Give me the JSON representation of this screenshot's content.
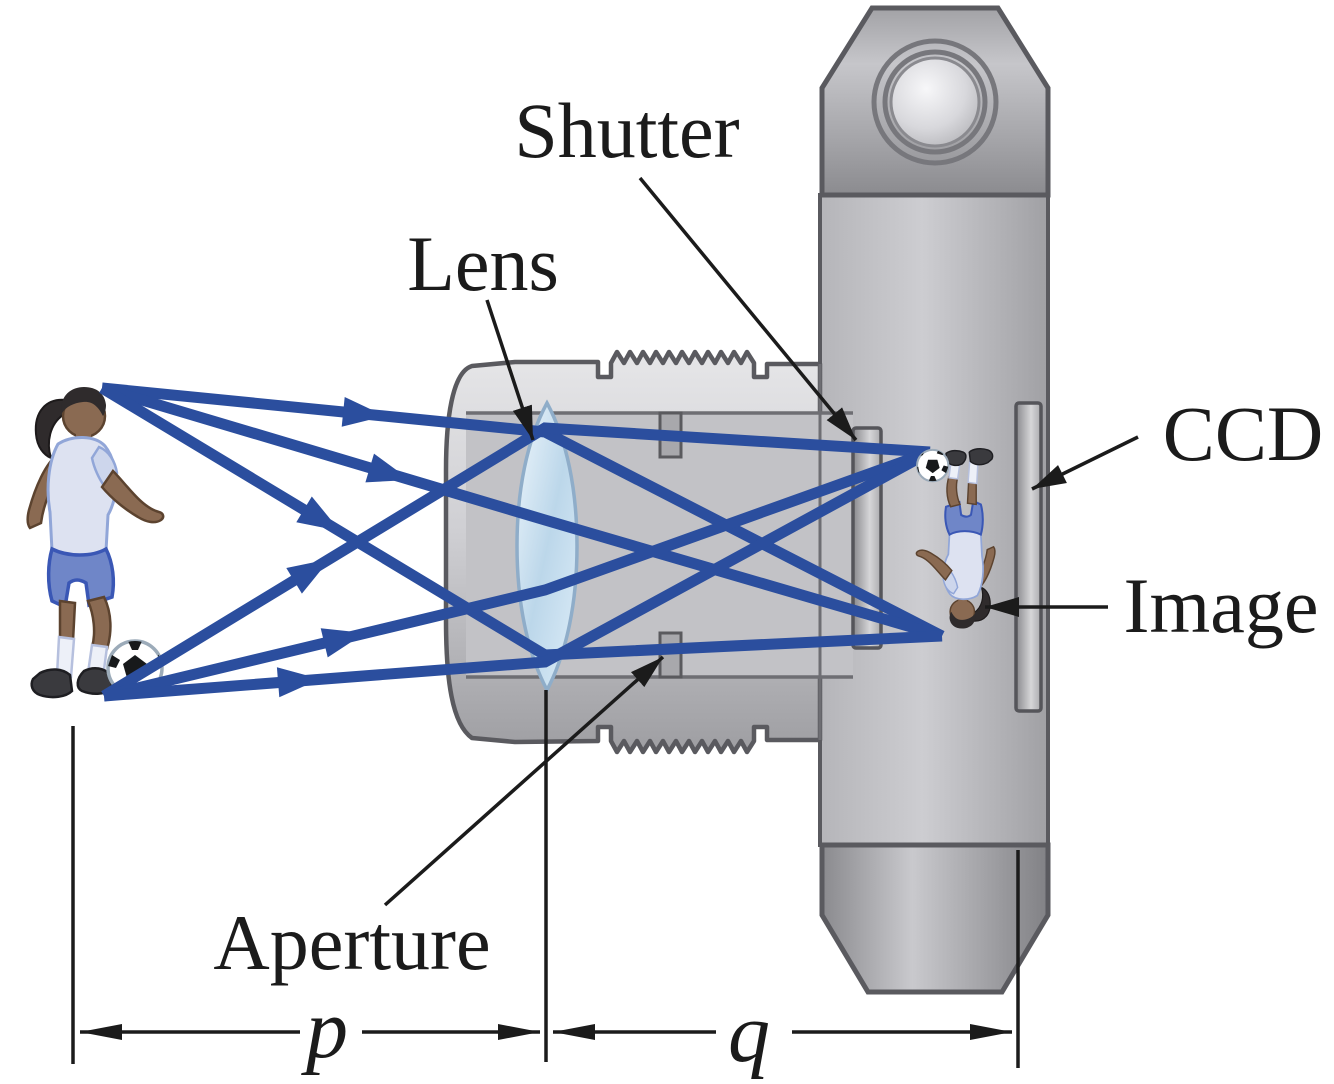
{
  "figure": {
    "type": "camera-optics-diagram",
    "labels": {
      "shutter": "Shutter",
      "lens": "Lens",
      "ccd": "CCD",
      "image": "Image",
      "aperture": "Aperture"
    },
    "dimensions": {
      "object_distance": "p",
      "image_distance": "q"
    },
    "colors": {
      "ray_blue": "#2b4e9e",
      "annotation_black": "#1b1b1b",
      "camera_body_gray": "#c3c3c7",
      "camera_outline_gray": "#5a5a5f",
      "lens_blue": "#cde2f2",
      "shirt_lavender": "#dde2f1",
      "shorts_blue": "#6f86c8",
      "background": "#ffffff"
    }
  }
}
